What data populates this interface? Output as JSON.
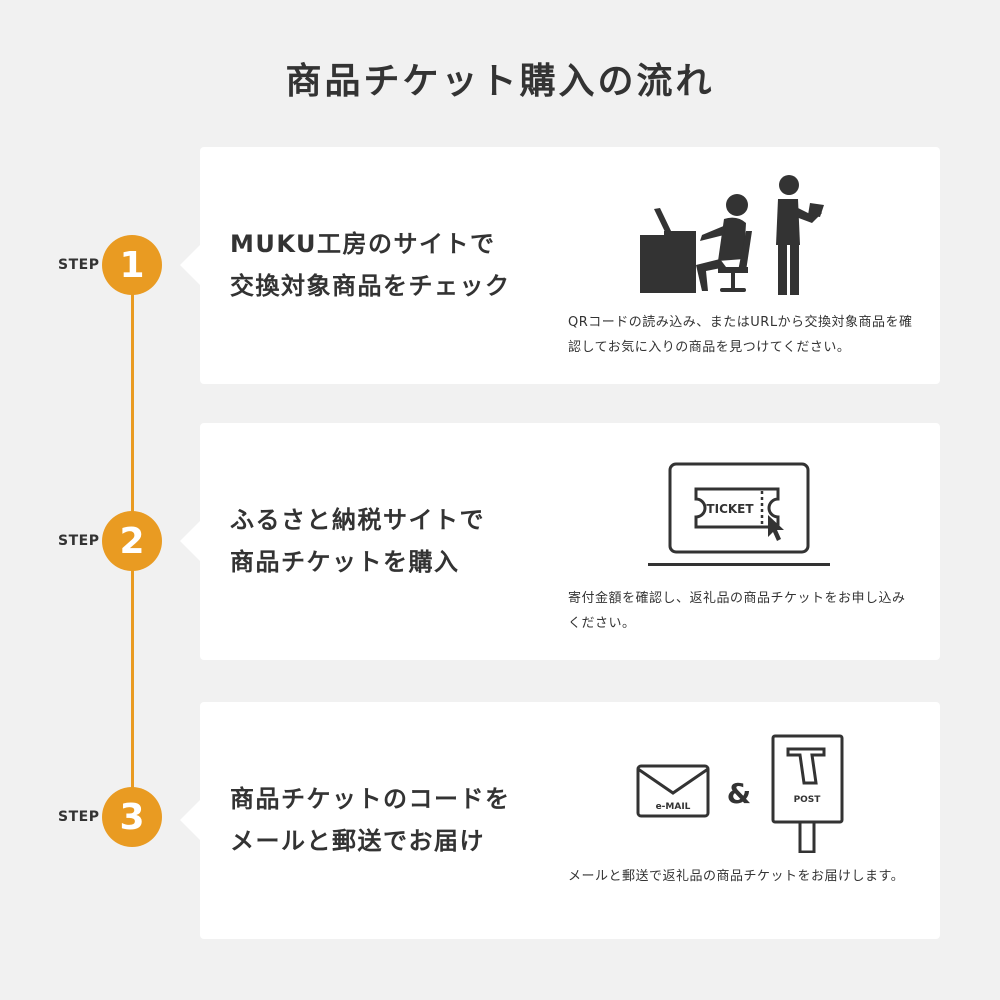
{
  "title": "商品チケット購入の流れ",
  "colors": {
    "accent": "#e99b22",
    "background": "#f1f1f1",
    "card": "#ffffff",
    "icon": "#333333"
  },
  "steps": [
    {
      "label": "STEP",
      "number": "1",
      "heading_lines": [
        "MUKU工房のサイトで",
        "交換対象商品をチェック"
      ],
      "description": "QRコードの読み込み、またはURLから交換対象商品を確認してお気に入りの商品を見つけてください。",
      "illustration": "person-at-computer-and-person-reading-icon"
    },
    {
      "label": "STEP",
      "number": "2",
      "heading_lines": [
        "ふるさと納税サイトで",
        "商品チケットを購入"
      ],
      "description": "寄付金額を確認し、返礼品の商品チケットをお申し込みください。",
      "illustration": "laptop-ticket-icon",
      "ticket_text": "TICKET"
    },
    {
      "label": "STEP",
      "number": "3",
      "heading_lines": [
        "商品チケットのコードを",
        "メールと郵送でお届け"
      ],
      "description": "メールと郵送で返礼品の商品チケットをお届けします。",
      "illustration": "email-and-postbox-icon",
      "email_text": "e-MAIL",
      "amp_text": "&",
      "post_text": "POST"
    }
  ]
}
